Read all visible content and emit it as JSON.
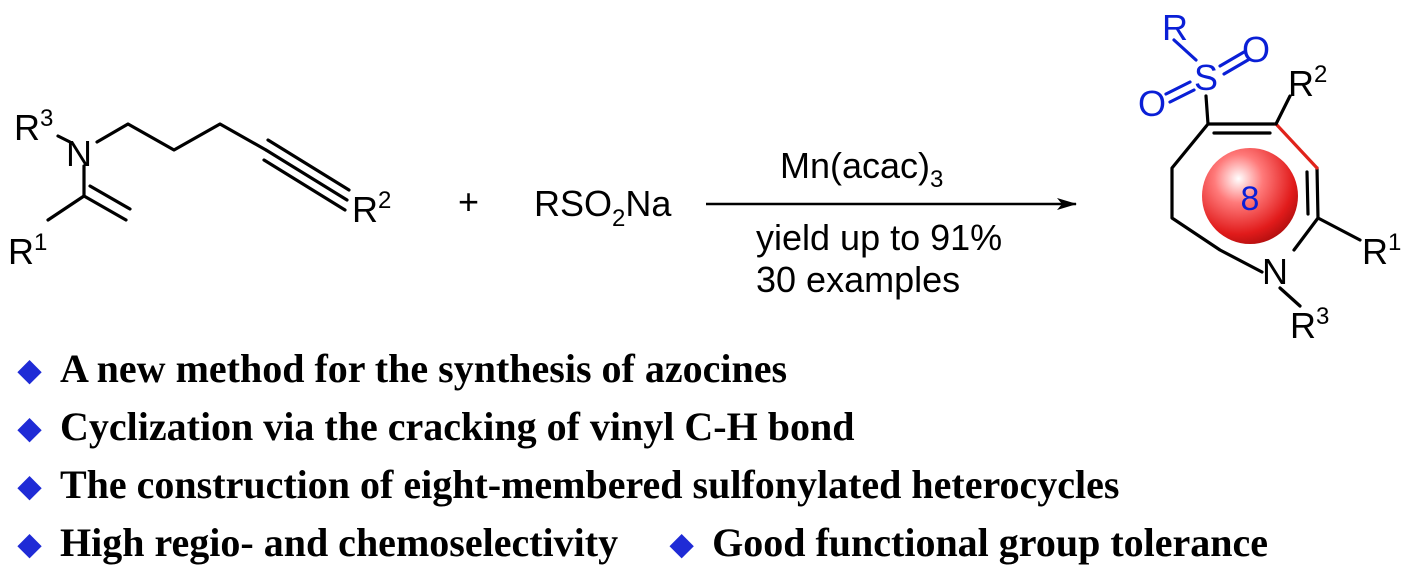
{
  "reactant1": {
    "n": "N",
    "r3": "R",
    "r3_sup": "3",
    "r1": "R",
    "r1_sup": "1",
    "r2": "R",
    "r2_sup": "2"
  },
  "plus": "+",
  "reagent2": {
    "prefix": "RSO",
    "sub": "2",
    "suffix": "Na"
  },
  "conditions": {
    "catalyst": "Mn(acac)",
    "catalyst_sub": "3",
    "yield": "yield up to 91%",
    "examples": "30 examples"
  },
  "product": {
    "r": "R",
    "s": "S",
    "o1": "O",
    "o2": "O",
    "ring_size": "8",
    "n": "N",
    "r1": "R",
    "r1_sup": "1",
    "r2": "R",
    "r2_sup": "2",
    "r3": "R",
    "r3_sup": "3"
  },
  "bullets": [
    "A new method for the synthesis of azocines",
    "Cyclization via the cracking of vinyl C-H bond",
    "The construction of eight-membered sulfonylated heterocycles",
    "High regio- and chemoselectivity",
    "Good functional group tolerance"
  ],
  "bullet_glyph": "◆",
  "colors": {
    "blue": "#0a1fd6",
    "red_bond": "#e0231b",
    "bullet": "#1f2bd6"
  }
}
